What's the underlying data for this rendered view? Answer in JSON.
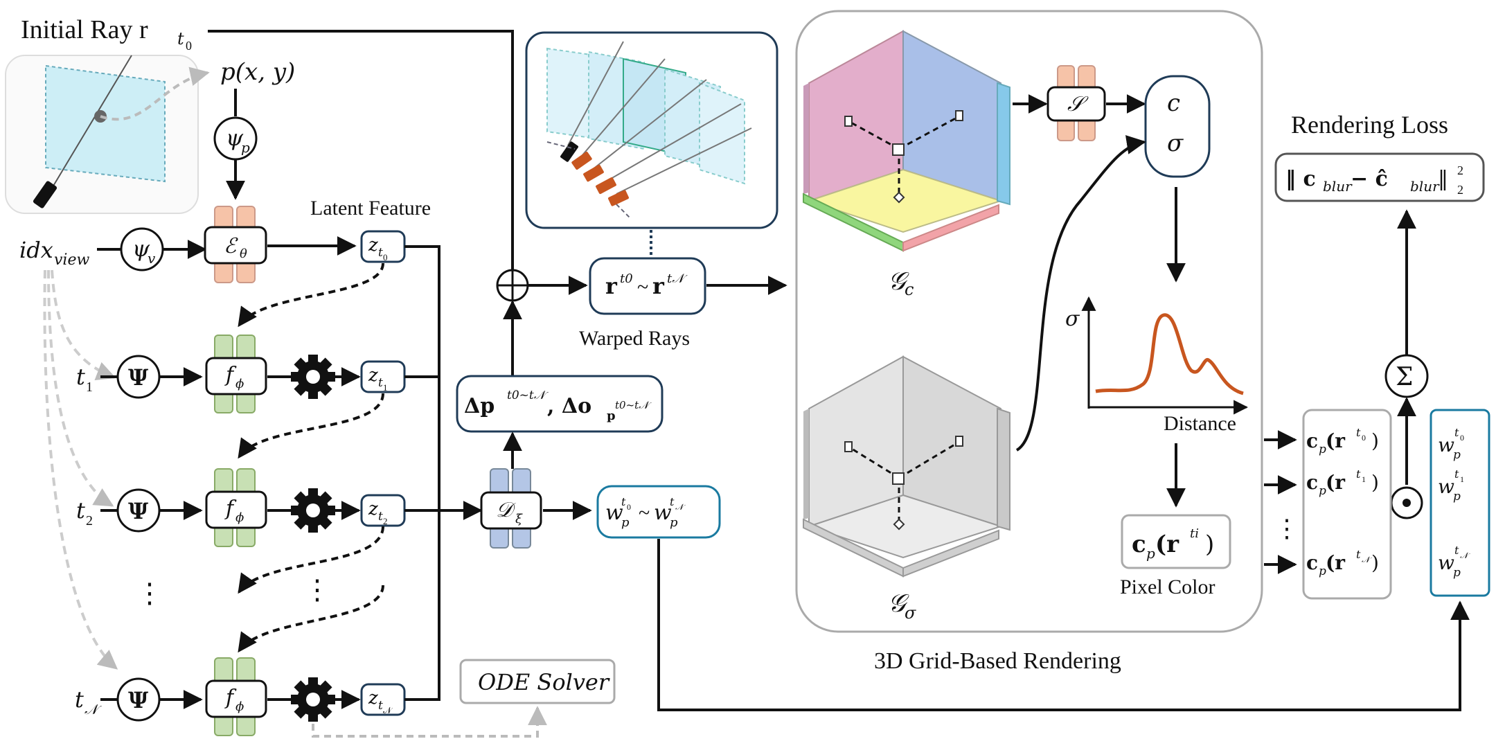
{
  "labels": {
    "initial_ray": "Initial Ray r",
    "initial_ray_sub": "t",
    "initial_ray_sub2": "0",
    "pixel_point": "p(x, y)",
    "psi_p": "ψ",
    "psi_p_sub": "p",
    "idx_view": "idx",
    "idx_view_sub": "view",
    "psi_v": "ψ",
    "psi_v_sub": "v",
    "encoder": "ℰ",
    "encoder_sub": "θ",
    "latent_feature": "Latent Feature",
    "z": "z",
    "z_sub_t": "t",
    "sub_0": "0",
    "sub_1": "1",
    "sub_2": "2",
    "sub_N": "𝒩",
    "t": "t",
    "big_psi": "Ψ",
    "f": "f",
    "f_sub": "ϕ",
    "dots": "⋮",
    "ode_solver": "ODE Solver",
    "warped_rays_box": "r",
    "warped_rays_sup0": "t0",
    "warped_rays_tilde": "~",
    "warped_rays_supN": "t𝒩",
    "warped_rays": "Warped Rays",
    "delta_box": "Δp",
    "delta_sup": "t0~t𝒩",
    "delta_comma": ", Δo",
    "delta_sub": "p",
    "decoder": "𝒟",
    "decoder_sub": "ξ",
    "weights_w": "w",
    "weights_sub": "p",
    "grid_c": "𝒢",
    "grid_c_sub": "c",
    "grid_sigma": "𝒢",
    "grid_sigma_sub": "σ",
    "shader": "𝒮",
    "c_out": "c",
    "sigma_out": "σ",
    "sigma_axis": "σ",
    "distance": "Distance",
    "pixel_color_box": "c",
    "pixel_color_sub": "p",
    "pixel_color_arg": "(r",
    "pixel_color_sup": "ti",
    "pixel_color": "Pixel Color",
    "grid_rendering": "3D Grid-Based Rendering",
    "rendering_loss": "Rendering Loss",
    "loss_formula": "‖ c",
    "loss_blur": "blur",
    "loss_minus": " − ĉ",
    "loss_end": " ‖",
    "loss_sup": "2",
    "loss_sub": "2",
    "cp_rows": [
      "0",
      "1",
      "𝒩"
    ],
    "sum": "Σ",
    "dot_op": "⊙"
  },
  "colors": {
    "encoder_fill": "#f6c3a8",
    "f_fill": "#c8e0b4",
    "decoder_fill": "#b4c6e6",
    "shader_fill": "#f6c3a8",
    "dark_border": "#1f3b57",
    "teal_border": "#1a7aa0",
    "grid_pink": "#e3aecb",
    "grid_blue": "#a9bfe8",
    "grid_yellow": "#f9f6a0",
    "grid_green": "#8fd67c",
    "grid_red": "#f2a3a8",
    "grid_cyan": "#86c9ea",
    "grid_gray": "#d6d6d6",
    "curve": "#c8561f"
  }
}
